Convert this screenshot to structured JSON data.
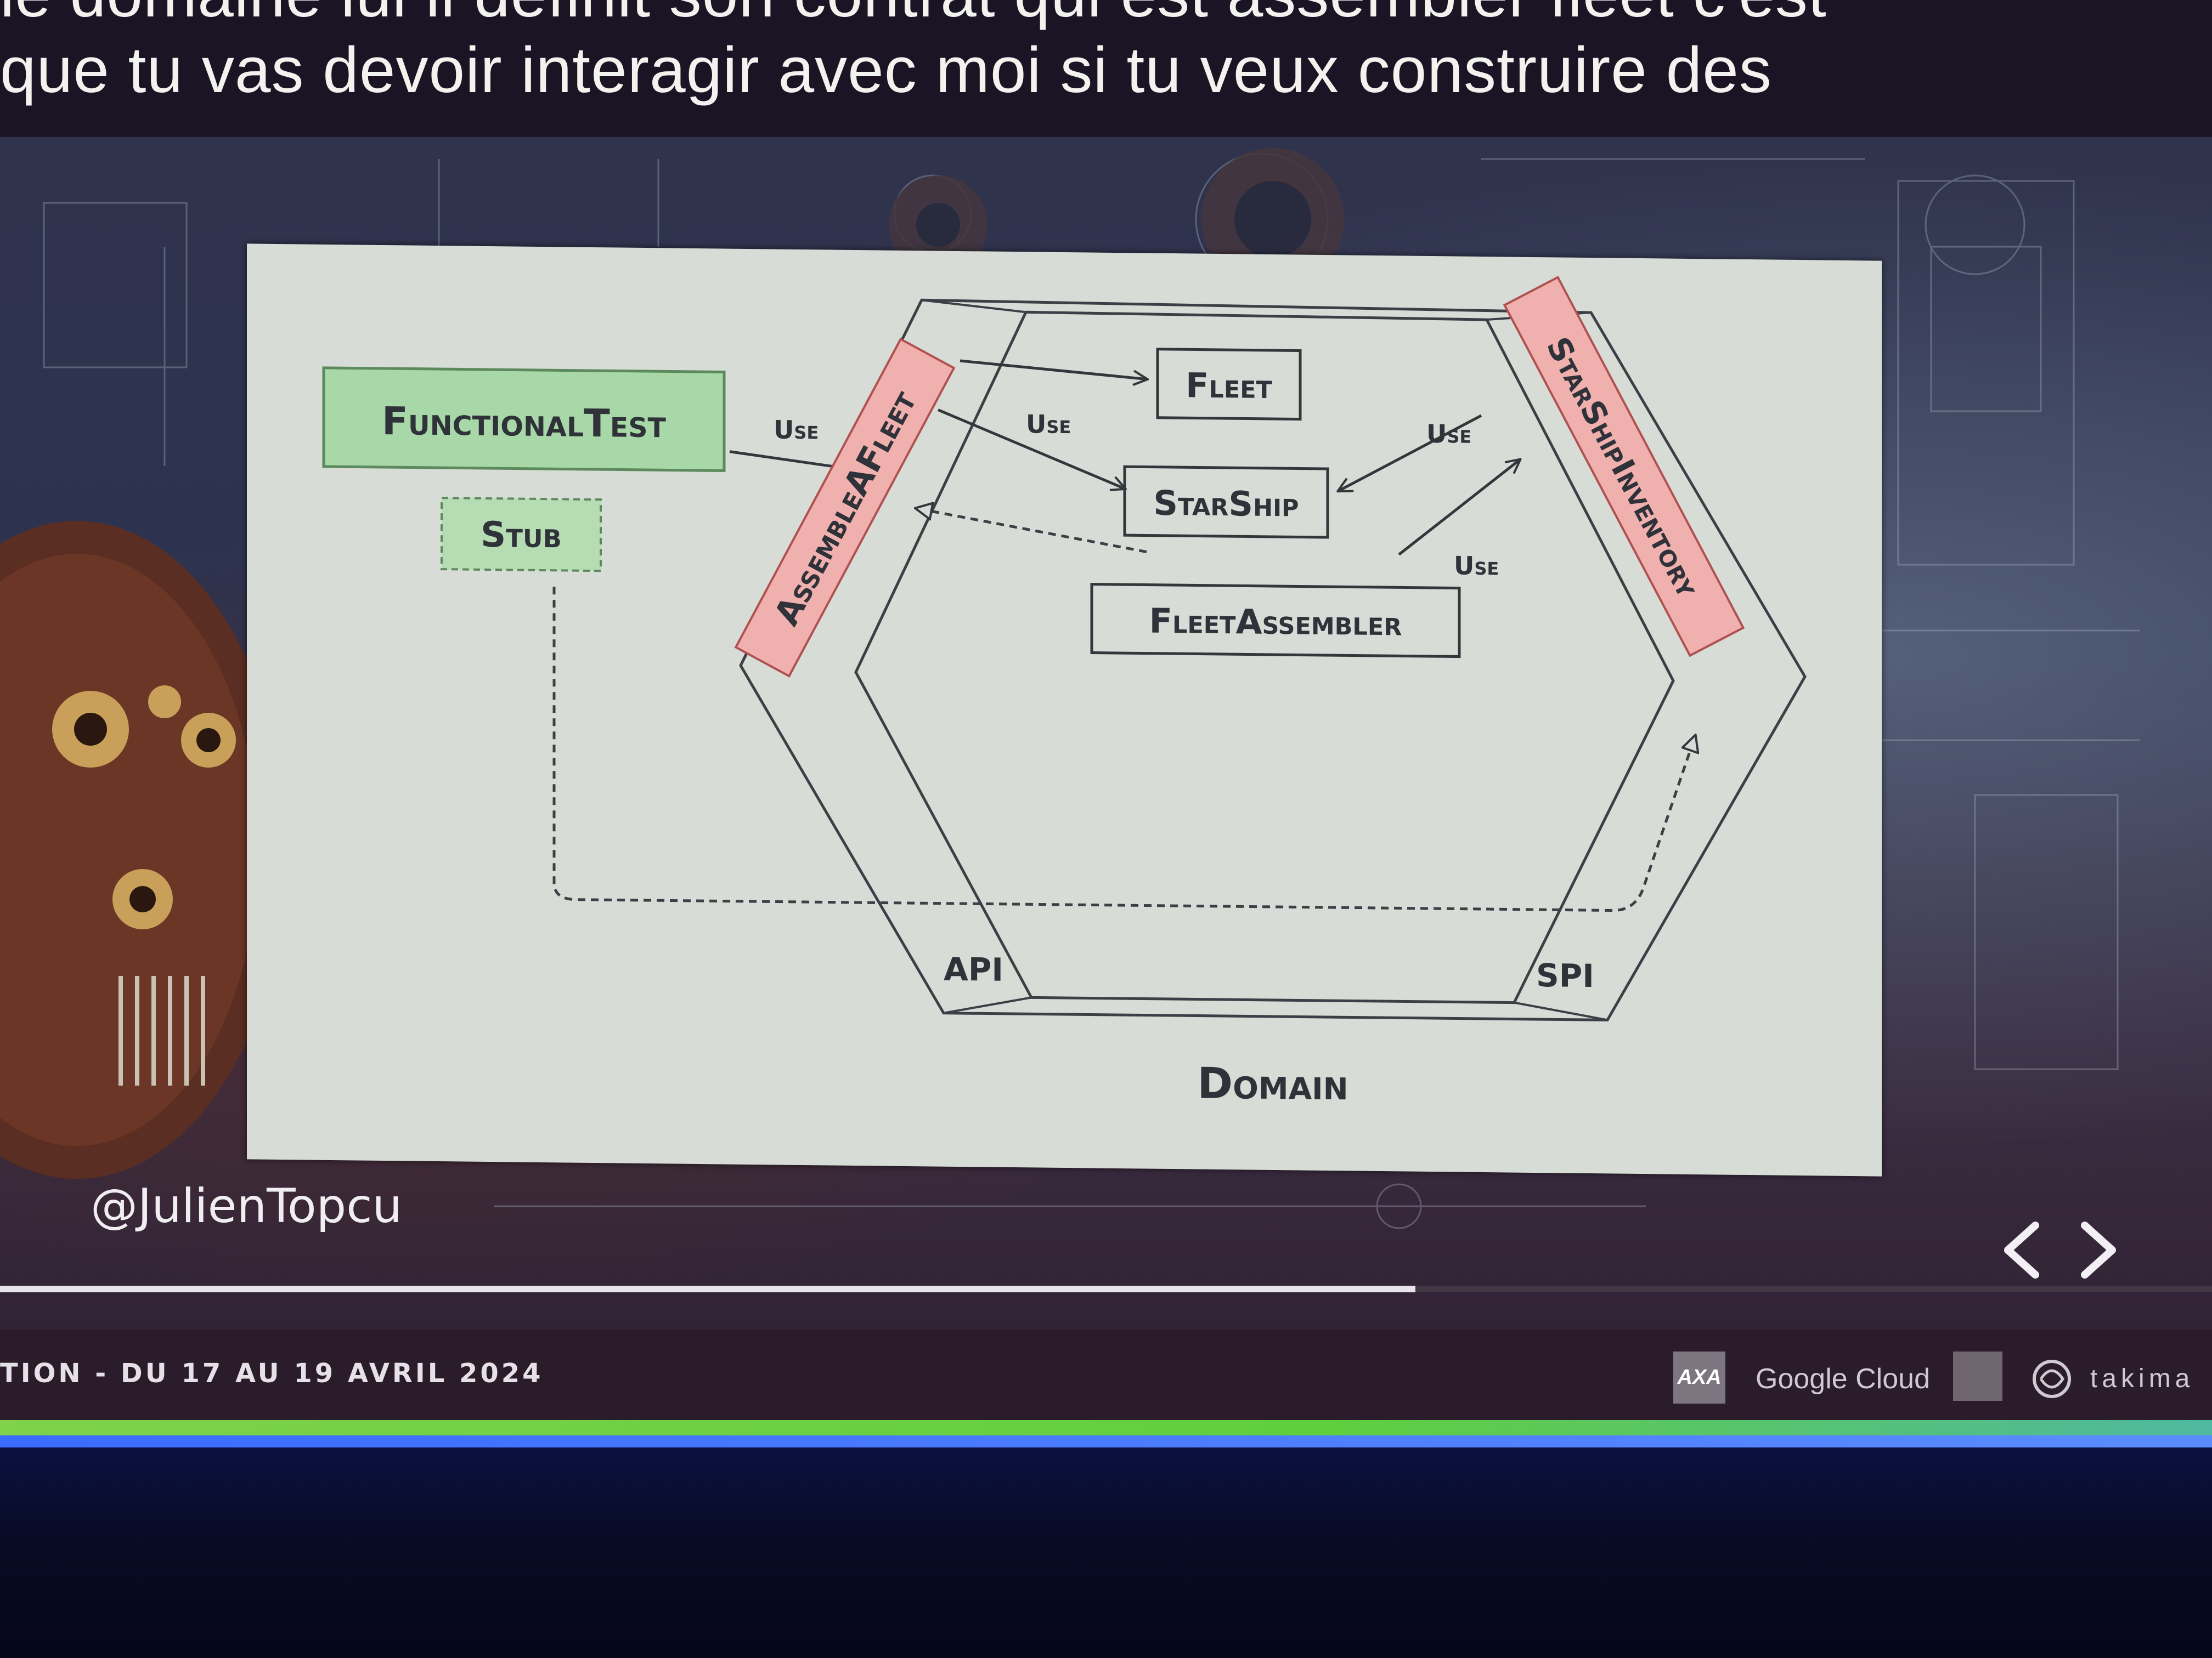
{
  "subtitles": {
    "line1": "le domaine lui il définit son contrat qui est assembler fleet c'est",
    "line2": "que tu vas devoir interagir avec moi si tu veux construire des"
  },
  "diagram": {
    "functional_test": "FunctionalTest",
    "stub": "Stub",
    "assemble_fleet": "AssembleAFleet",
    "starship_inventory": "StarShipInventory",
    "fleet": "Fleet",
    "starship": "StarShip",
    "fleet_assembler": "FleetAssembler",
    "use_1": "Use",
    "use_2": "Use",
    "use_3": "Use",
    "use_4": "Use",
    "api": "API",
    "spi": "SPI",
    "domain": "Domain"
  },
  "slide": {
    "handle": "@JulienTopcu",
    "progress": 0.64
  },
  "footer": {
    "event": "TION - DU 17 AU 19 AVRIL 2024",
    "sponsors": {
      "axa": "AXA",
      "google": "Google Cloud",
      "takima": "takima"
    }
  },
  "colors": {
    "green_box": "#a8d8a8",
    "red_port": "#f0a8a8",
    "accent_green": "#6fd04a",
    "accent_blue": "#3a6cff"
  }
}
